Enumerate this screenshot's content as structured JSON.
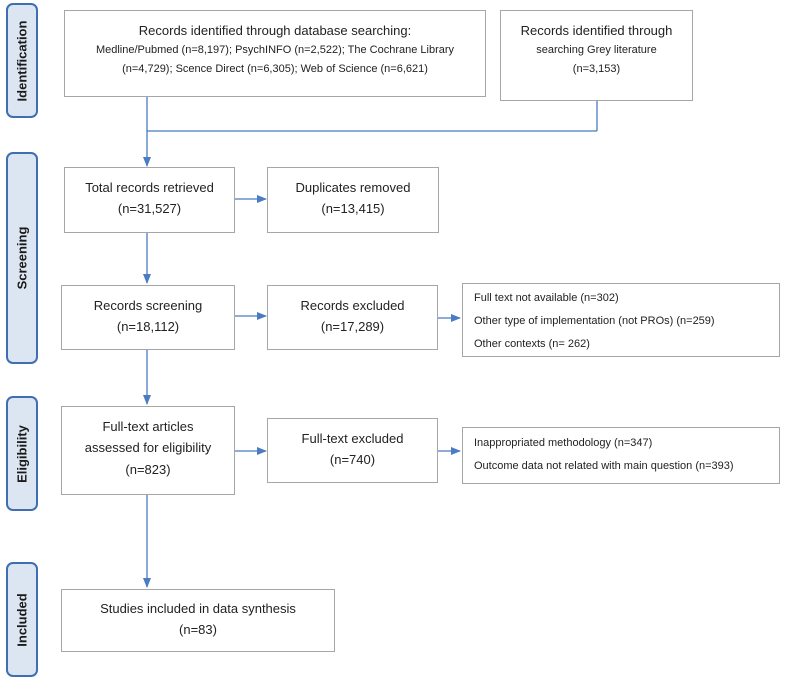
{
  "phases": {
    "identification": "Identification",
    "screening": "Screening",
    "eligibility": "Eligibility",
    "included": "Included"
  },
  "boxes": {
    "database_search": {
      "title": "Records identified through database searching:",
      "detail_line1": "Medline/Pubmed (n=8,197); PsychINFO (n=2,522); The Cochrane Library",
      "detail_line2": "(n=4,729); Scence Direct (n=6,305); Web of Science (n=6,621)"
    },
    "grey_literature": {
      "line1": "Records identified through",
      "line2": "searching Grey literature",
      "count": "(n=3,153)"
    },
    "total_retrieved": {
      "label": "Total records retrieved",
      "count": "(n=31,527)"
    },
    "duplicates_removed": {
      "label": "Duplicates removed",
      "count": "(n=13,415)"
    },
    "records_screening": {
      "label": "Records screening",
      "count": "(n=18,112)"
    },
    "records_excluded": {
      "label": "Records excluded",
      "count": "(n=17,289)"
    },
    "exclusion_reasons_screening": [
      "Full text not available (n=302)",
      "Other type of implementation (not PROs) (n=259)",
      "Other contexts (n= 262)"
    ],
    "fulltext_assessed": {
      "line1": "Full-text articles",
      "line2": "assessed for eligibility",
      "count": "(n=823)"
    },
    "fulltext_excluded": {
      "label": "Full-text excluded",
      "count": "(n=740)"
    },
    "exclusion_reasons_fulltext": [
      "Inappropriated methodology (n=347)",
      "Outcome data not related with main question (n=393)"
    ],
    "studies_included": {
      "label": "Studies included in data synthesis",
      "count": "(n=83)"
    }
  },
  "colors": {
    "phase_fill": "#dce6f2",
    "phase_border": "#3f6fb0",
    "box_border": "#a6a6a6",
    "arrow": "#4a7bc4"
  }
}
